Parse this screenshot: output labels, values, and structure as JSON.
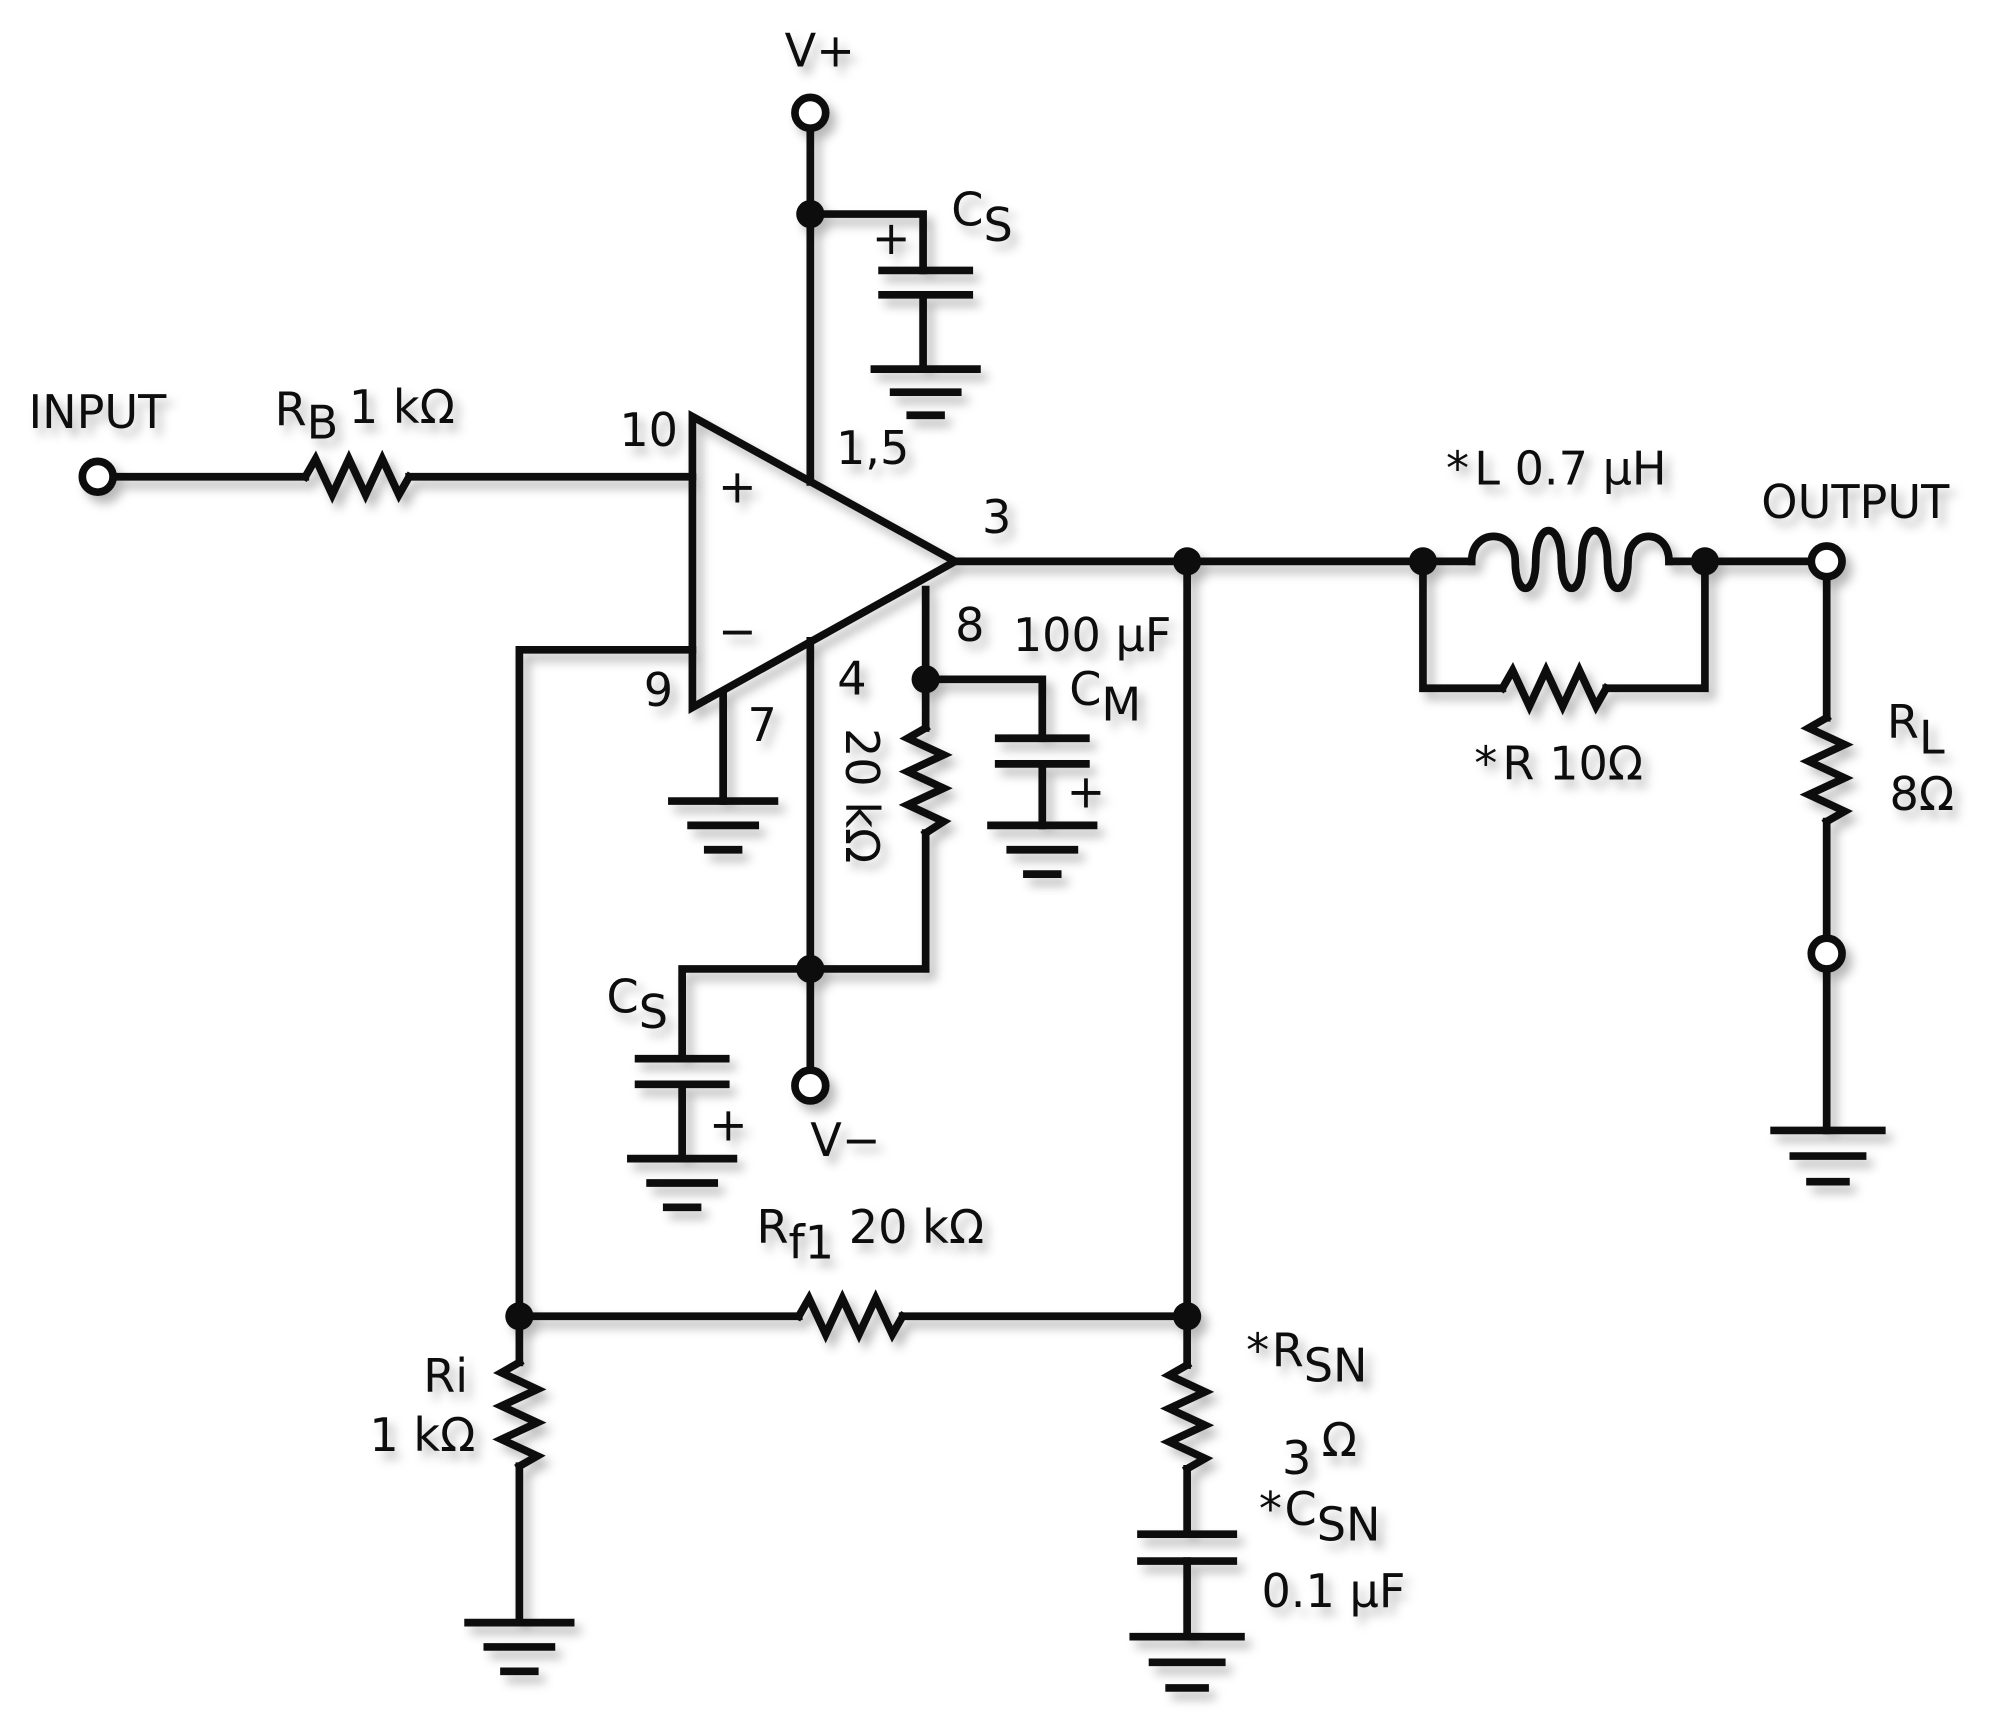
{
  "labels": {
    "input": "INPUT",
    "output": "OUTPUT",
    "vplus": "V+",
    "vminus": "V−",
    "rb_name": "R",
    "rb_sub": "B",
    "rb_value": "1 kΩ",
    "cs_top_name": "C",
    "cs_top_sub": "S",
    "cs_bot_name": "C",
    "cs_bot_sub": "S",
    "cm_value": "100 μF",
    "cm_name": "C",
    "cm_sub": "M",
    "r20k_value": "20 kΩ",
    "l_value": "L 0.7 μH",
    "r_par_value": "R 10Ω",
    "rl_name": "R",
    "rl_sub": "L",
    "rl_value": "8Ω",
    "rf1_name": "R",
    "rf1_sub": "f1",
    "rf1_value": "20 kΩ",
    "ri_name": "Ri",
    "ri_value": "1 kΩ",
    "rsn_name": "R",
    "rsn_sub": "SN",
    "rsn_value_big": "3",
    "rsn_value_unit": "Ω",
    "csn_name": "C",
    "csn_sub": "SN",
    "csn_value": "0.1 μF",
    "star": "*",
    "plus": "+",
    "minus": "−"
  },
  "pins": {
    "p10": "10",
    "p15": "1,5",
    "p3": "3",
    "p8": "8",
    "p9": "9",
    "p4": "4",
    "p7": "7"
  }
}
